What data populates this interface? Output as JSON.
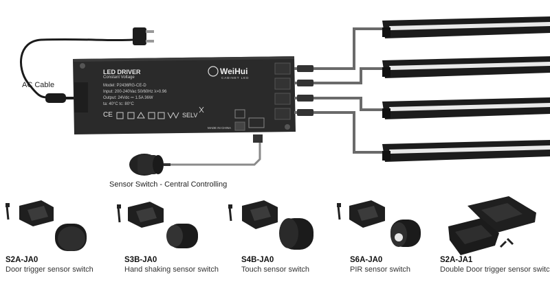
{
  "ac_cable_label": "AC Cable",
  "sensor_central_label": "Sensor Switch - Central Controlling",
  "driver": {
    "title": "LED DRIVER",
    "subtitle": "Constant Voltage",
    "model": "Model: P2436RG-CE-D",
    "input": "Input: 200-240Vac   50/60Hz   λ>0.96",
    "output": "Output: 24Vdc ⎓ 1.5A   36W",
    "temp": "ta: 40°C   tc: 80°C",
    "brand": "WeiHui",
    "brand_sub": "CABINET LED",
    "selv": "SELV",
    "made_in": "MADE IN CHINA",
    "ce": "CE"
  },
  "products": [
    {
      "code": "S2A-JA0",
      "desc": "Door trigger sensor switch"
    },
    {
      "code": "S3B-JA0",
      "desc": "Hand shaking sensor switch"
    },
    {
      "code": "S4B-JA0",
      "desc": "Touch sensor switch"
    },
    {
      "code": "S6A-JA0",
      "desc": "PIR sensor switch"
    },
    {
      "code": "S2A-JA1",
      "desc": "Double Door trigger sensor switch"
    }
  ],
  "colors": {
    "driver": "#2b2b2b",
    "bar": "#1c1c1c",
    "wire": "#6a6a6a"
  }
}
